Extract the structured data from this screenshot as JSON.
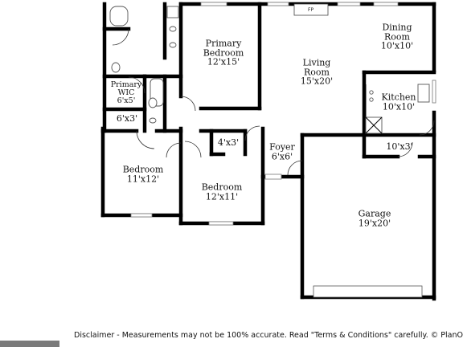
{
  "rooms": {
    "dining": {
      "name": "Dining\nRoom",
      "size": "10'x10'"
    },
    "primary_bedroom": {
      "name": "Primary\nBedroom",
      "size": "12'x15'"
    },
    "living": {
      "name": "Living\nRoom",
      "size": "15'x20'"
    },
    "primary_wic": {
      "name": "Primary\nWIC",
      "size": "6'x5'"
    },
    "kitchen": {
      "name": "Kitchen",
      "size": "10'x10'"
    },
    "bath_small": {
      "name": "",
      "size": "6'x3'"
    },
    "closet_4x3": {
      "name": "",
      "size": "4'x3'"
    },
    "foyer": {
      "name": "Foyer",
      "size": "6'x6'"
    },
    "laundry": {
      "name": "",
      "size": "10'x3'"
    },
    "bedroom_left": {
      "name": "Bedroom",
      "size": "11'x12'"
    },
    "bedroom_mid": {
      "name": "Bedroom",
      "size": "12'x11'"
    },
    "garage": {
      "name": "Garage",
      "size": "19'x20'"
    }
  },
  "fireplace_label": "FP",
  "disclaimer": "Disclaimer - Measurements may not be 100% accurate. Read \"Terms & Conditions\" carefully. © PlanOmatic"
}
